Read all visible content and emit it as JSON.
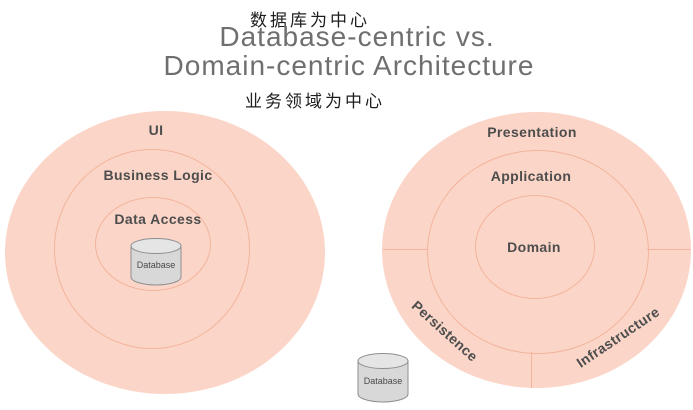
{
  "titles": {
    "top_cn": "数据库为中心",
    "main_line1": "Database-centric vs.",
    "main_line2": "Domain-centric Architecture",
    "bottom_cn": "业务领域为中心"
  },
  "left_diagram": {
    "name": "database-centric",
    "layers": [
      "UI",
      "Business Logic",
      "Data Access"
    ],
    "database_label": "Database"
  },
  "right_diagram": {
    "name": "domain-centric",
    "layers": [
      "Presentation",
      "Application",
      "Domain"
    ],
    "sectors": [
      "Persistence",
      "Infrastructure"
    ],
    "database_label": "Database"
  },
  "icons": {
    "database": "database-cylinder-icon"
  },
  "colors": {
    "circle_fill": "#fbd6c8",
    "ring_stroke": "#f3b39b",
    "layer_label": "#4d4d4d",
    "en_title": "#6f6f6f",
    "cn_title": "#1e1e1e",
    "cylinder_fill": "#d8d8d8",
    "cylinder_top_fill": "#e5e5e5",
    "cylinder_stroke": "#8f8f8f",
    "background": "#ffffff"
  }
}
